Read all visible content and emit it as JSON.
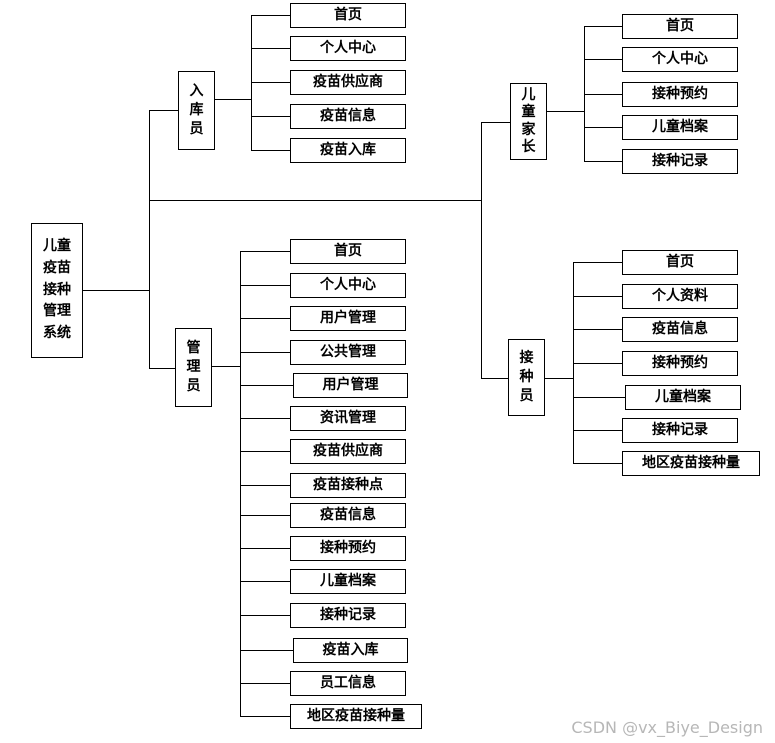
{
  "root": {
    "label": "儿童疫苗接种管理系统"
  },
  "roles": {
    "warehouse": {
      "label": "入库员",
      "items": [
        "首页",
        "个人中心",
        "疫苗供应商",
        "疫苗信息",
        "疫苗入库"
      ]
    },
    "admin": {
      "label": "管理员",
      "items": [
        "首页",
        "个人中心",
        "用户管理",
        "公共管理",
        "用户管理",
        "资讯管理",
        "疫苗供应商",
        "疫苗接种点",
        "疫苗信息",
        "接种预约",
        "儿童档案",
        "接种记录",
        "疫苗入库",
        "员工信息",
        "地区疫苗接种量"
      ]
    },
    "parent": {
      "label": "儿童家长",
      "items": [
        "首页",
        "个人中心",
        "接种预约",
        "儿童档案",
        "接种记录"
      ]
    },
    "vaccinator": {
      "label": "接种员",
      "items": [
        "首页",
        "个人资料",
        "疫苗信息",
        "接种预约",
        "儿童档案",
        "接种记录",
        "地区疫苗接种量"
      ]
    }
  },
  "watermark": "CSDN @vx_Biye_Design"
}
